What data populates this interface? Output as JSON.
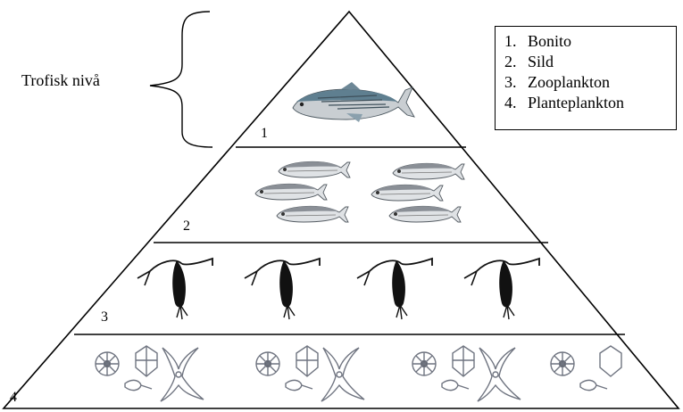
{
  "side_label": "Trofisk nivå",
  "legend": [
    {
      "num": "1.",
      "name": "Bonito"
    },
    {
      "num": "2.",
      "name": "Sild"
    },
    {
      "num": "3.",
      "name": "Zooplankton"
    },
    {
      "num": "4.",
      "name": "Planteplankton"
    }
  ],
  "levels": [
    "1",
    "2",
    "3",
    "4"
  ],
  "icons": {
    "level1": "bonito-fish-icon",
    "level2": "herring-icon",
    "level3": "copepod-icon",
    "level4": "phytoplankton-icon"
  },
  "colors": {
    "outline": "#000000",
    "bonito_back": "#5f7f90",
    "herring_back": "#8a8f96",
    "zooplankton": "#111111",
    "phytoplankton": "#6f7480"
  }
}
